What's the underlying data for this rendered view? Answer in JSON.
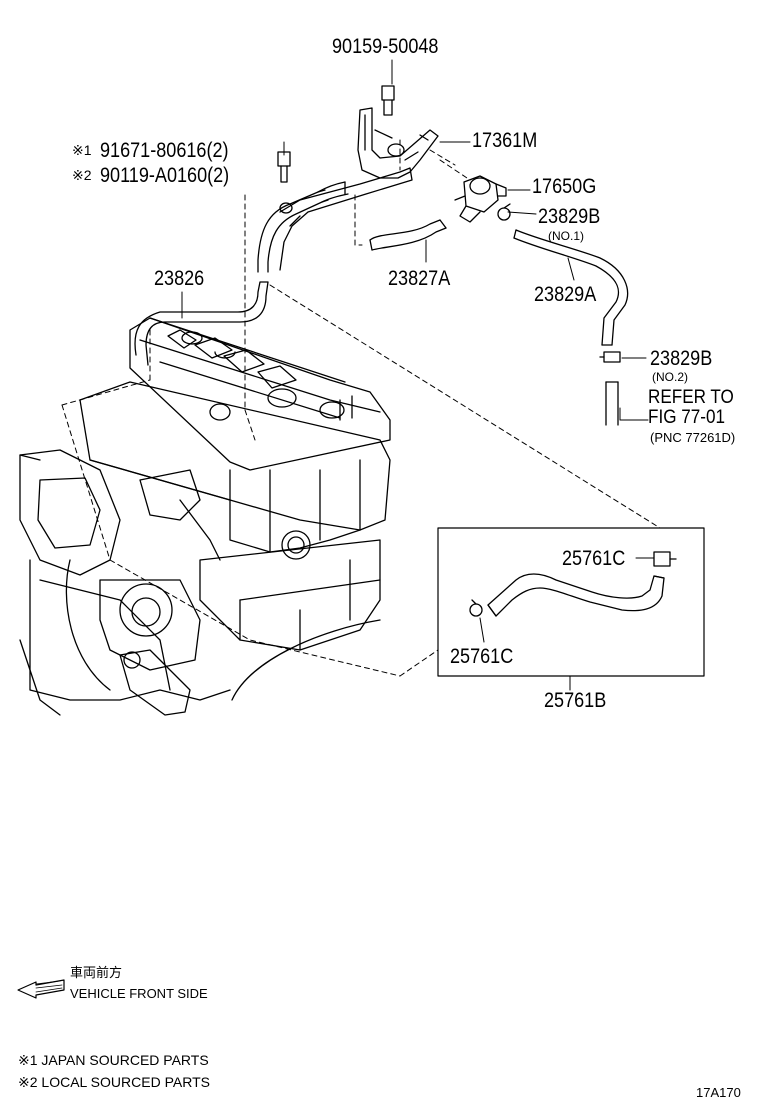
{
  "parts": {
    "p1": "90159-50048",
    "p2": "17361M",
    "p3_mark": "※1",
    "p3": "91671-80616(2)",
    "p4_mark": "※2",
    "p4": "90119-A0160(2)",
    "p5": "17650G",
    "p6": "23829B",
    "p6_note": "(NO.1)",
    "p7": "23826",
    "p8": "23827A",
    "p9": "23829A",
    "p10": "23829B",
    "p10_note": "(NO.2)",
    "p11": "25761C",
    "p12": "25761C",
    "p13": "25761B"
  },
  "refer": {
    "line1": "REFER TO",
    "line2": "FIG 77-01",
    "line3": "(PNC 77261D)"
  },
  "legend": {
    "front_jp": "車両前方",
    "front_en": "VEHICLE FRONT SIDE",
    "note1": "※1 JAPAN SOURCED PARTS",
    "note2": "※2 LOCAL SOURCED PARTS"
  },
  "figure_id": "17A170"
}
